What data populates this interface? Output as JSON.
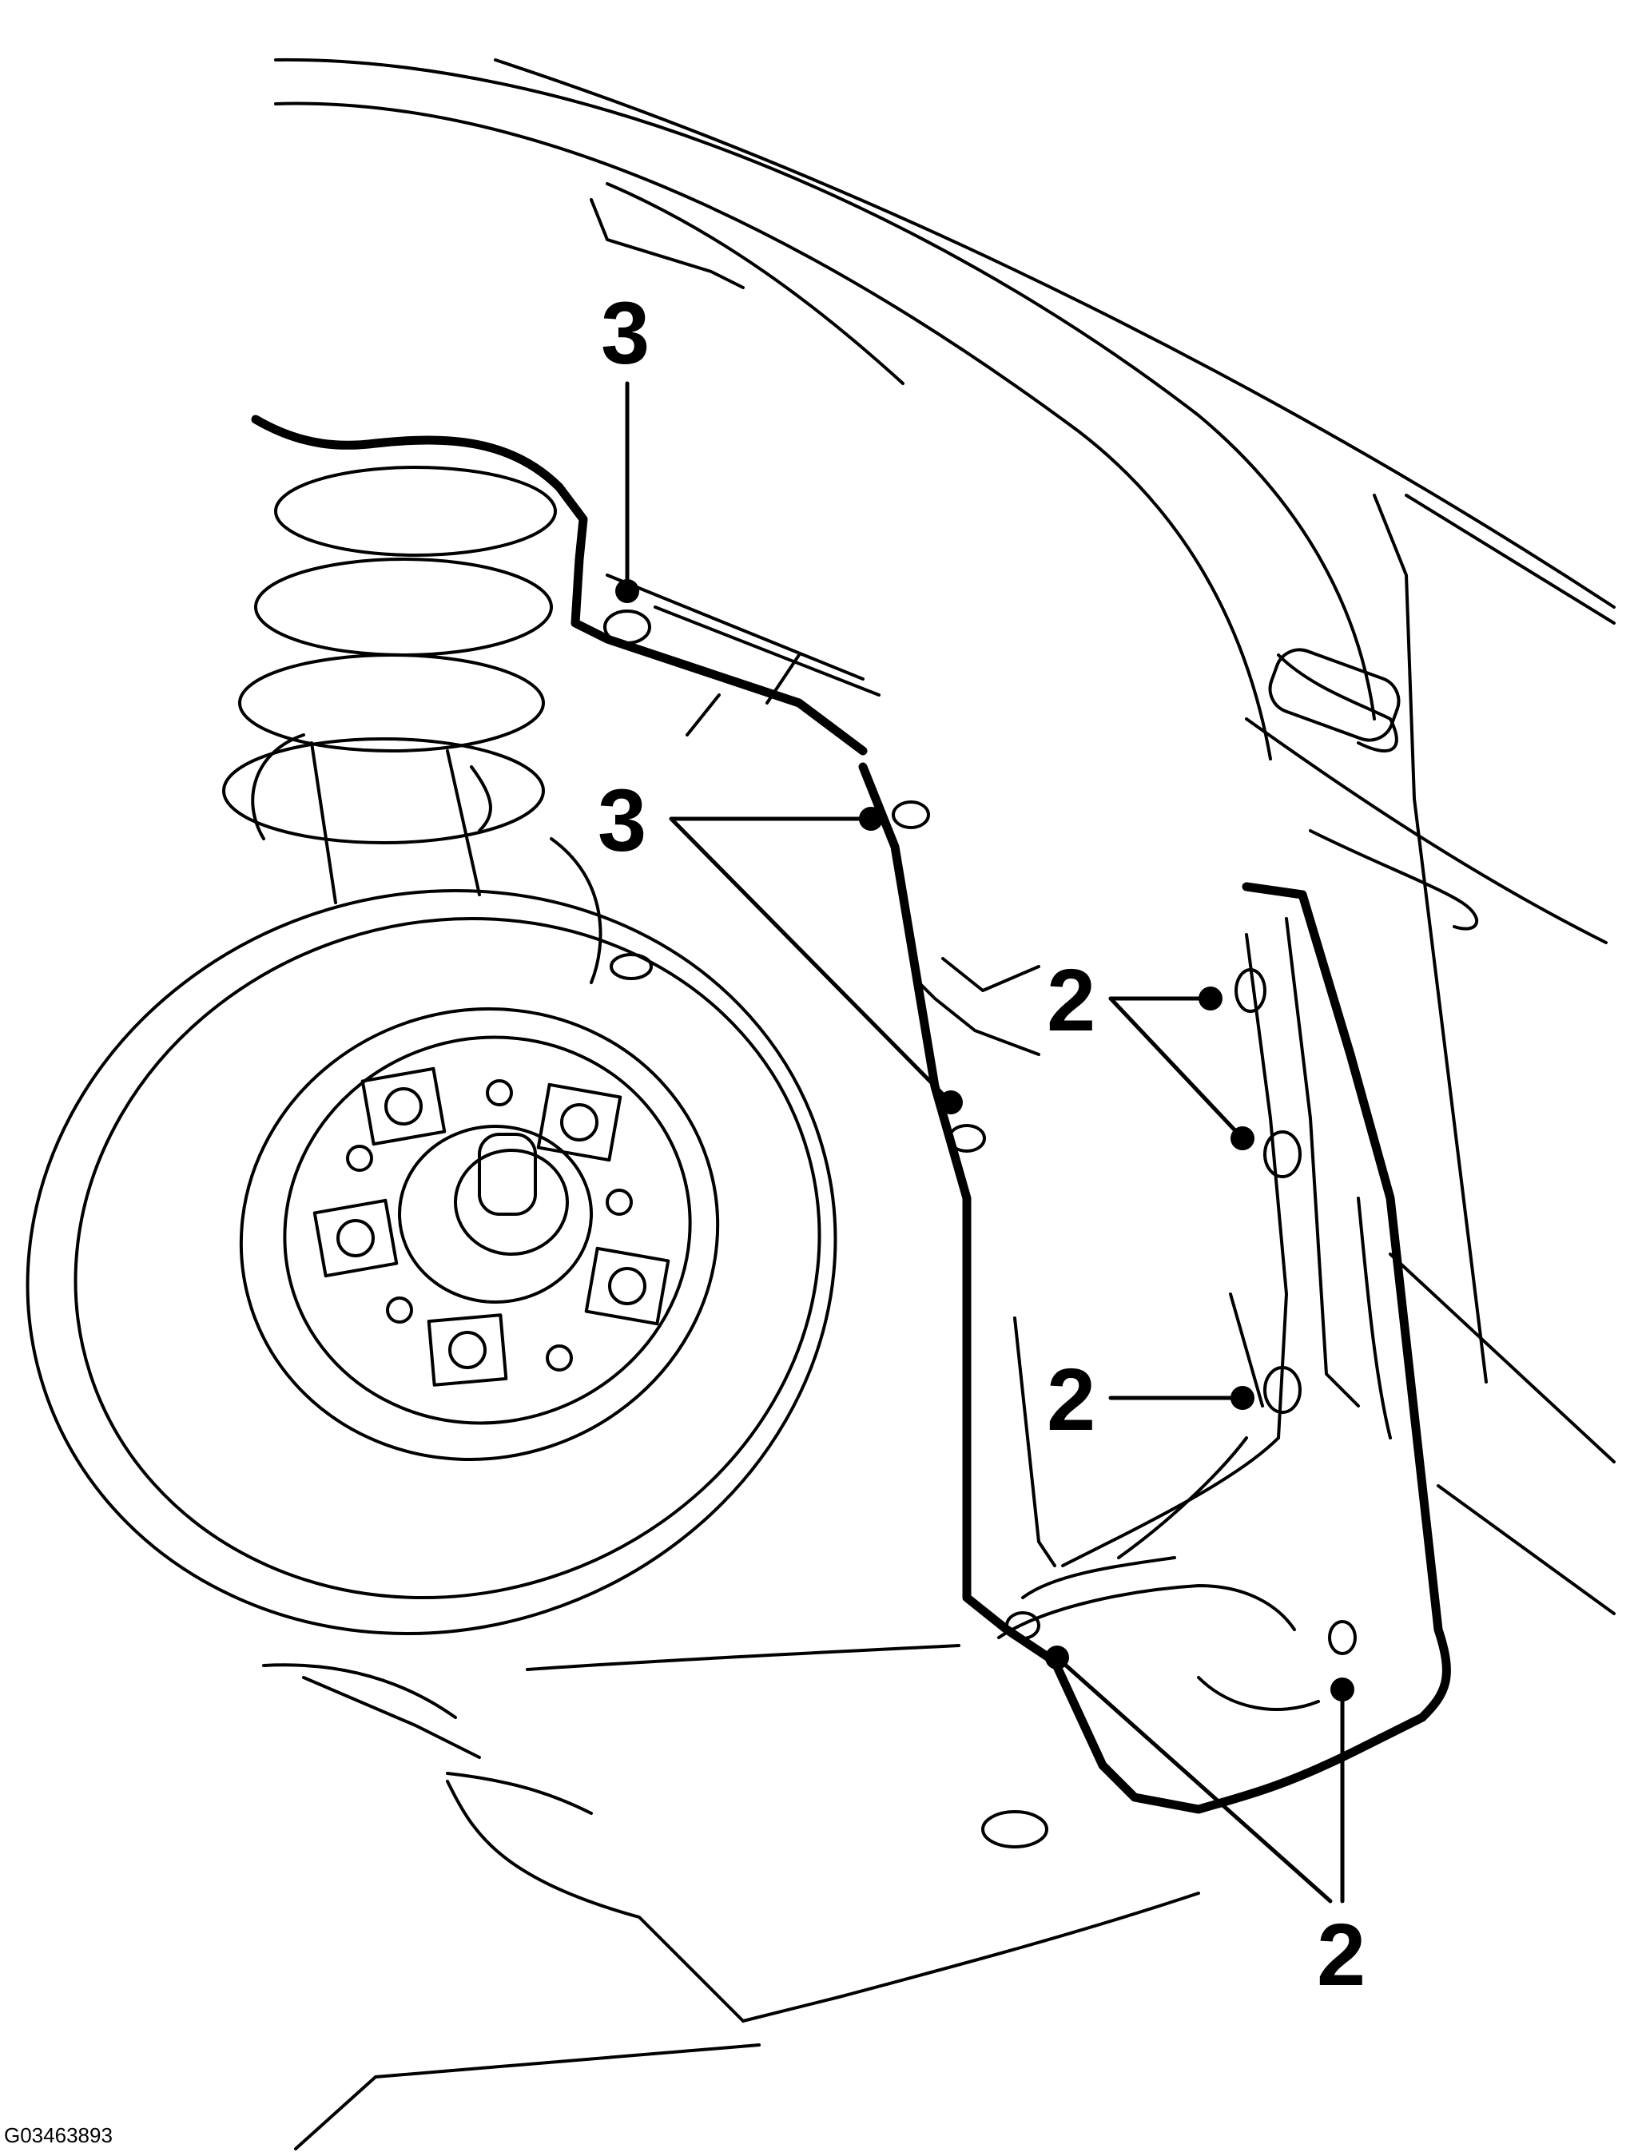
{
  "labels": {
    "callout_3_top": "3",
    "callout_3_mid": "3",
    "callout_2_upper": "2",
    "callout_2_middle": "2",
    "callout_2_bottom": "2"
  },
  "figure_code": "G03463893",
  "colors": {
    "line": "#000000",
    "background": "#ffffff"
  }
}
